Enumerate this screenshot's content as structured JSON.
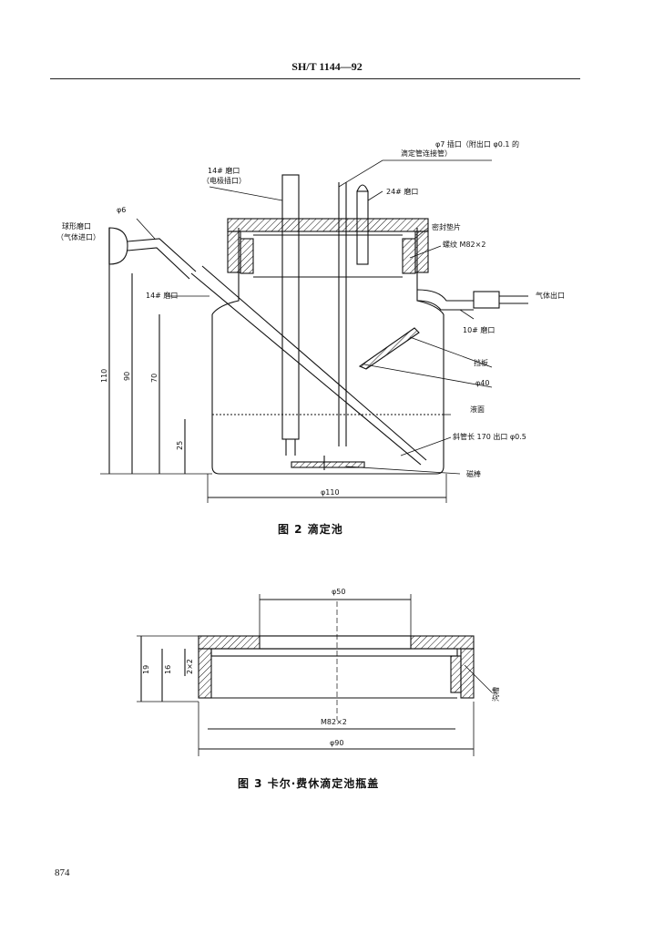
{
  "header": {
    "standard_code": "SH/T 1144—92"
  },
  "figure2": {
    "caption": "图 2 滴定池",
    "labels": {
      "tube_port": "φ7 插口（附出口 φ0.1 的",
      "tube_port_2": "滴定管连接管）",
      "electrode_port": "14# 磨口",
      "electrode_port_2": "（电极插口）",
      "ground_24": "24# 磨口",
      "ball_port": "球形磨口",
      "ball_port_2": "（气体进口）",
      "phi6": "φ6",
      "seal_gasket": "密封垫片",
      "thread": "螺纹 M82×2",
      "gas_outlet": "气体出口",
      "ground_14": "14# 磨口",
      "ground_10": "10# 磨口",
      "baffle": "挡板",
      "phi40": "φ40",
      "liquid_level": "液面",
      "slant_tube": "斜管长 170 出口 φ0.5",
      "stir_bar": "磁棒",
      "dim_110": "110",
      "dim_90": "90",
      "dim_70": "70",
      "dim_25": "25",
      "dim_phi110": "φ110"
    }
  },
  "figure3": {
    "caption": "图 3 卡尔·费休滴定池瓶盖",
    "labels": {
      "phi50": "φ50",
      "dim_19": "19",
      "dim_16": "16",
      "dim_2x2": "2×2",
      "thread": "M82×2",
      "phi90": "φ90",
      "groove": "沟槽"
    }
  },
  "page_number": "874"
}
